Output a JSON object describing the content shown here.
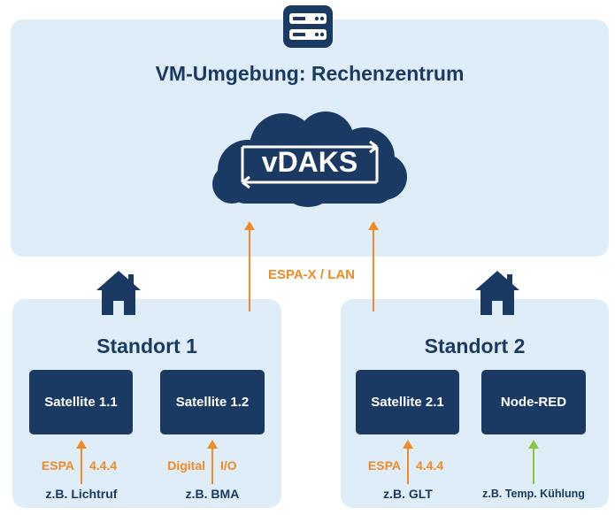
{
  "colors": {
    "panel": "#deedf7",
    "navy": "#1b3a63",
    "orange": "#f08a24",
    "green": "#8cc63f"
  },
  "datacenter": {
    "title": "VM-Umgebung: Rechenzentrum",
    "icon": "server-icon",
    "cloud_label": "vDAKS",
    "cloud_icon": "cloud-icon"
  },
  "link": {
    "label": "ESPA-X / LAN"
  },
  "site1": {
    "title": "Standort 1",
    "icon": "house-icon",
    "satellites": [
      {
        "name": "Satellite 1.1",
        "protocol_left": "ESPA",
        "protocol_right": "4.4.4",
        "example": "z.B. Lichtruf"
      },
      {
        "name": "Satellite 1.2",
        "protocol_left": "Digital",
        "protocol_right": "I/O",
        "example": "z.B. BMA"
      }
    ]
  },
  "site2": {
    "title": "Standort 2",
    "icon": "house-icon",
    "satellites": [
      {
        "name": "Satellite 2.1",
        "protocol_left": "ESPA",
        "protocol_right": "4.4.4",
        "example": "z.B. GLT"
      },
      {
        "name": "Node-RED",
        "example": "z.B. Temp. Kühlung"
      }
    ]
  }
}
